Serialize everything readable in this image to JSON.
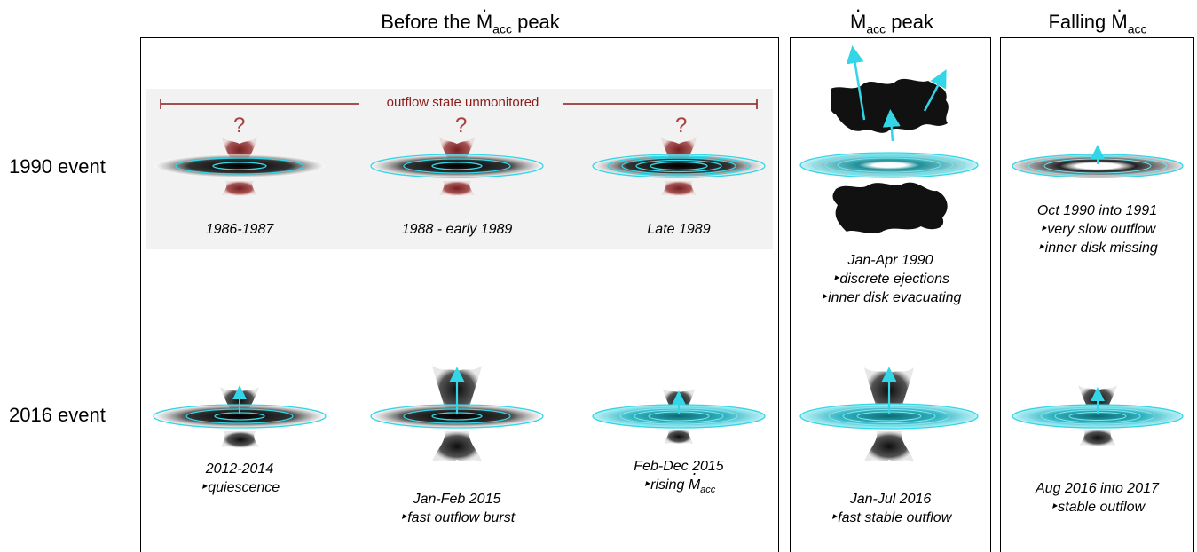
{
  "headers": {
    "before_prefix": "Before the ",
    "before_m": "M",
    "before_sub": "acc",
    "before_suffix": " peak",
    "peak_m": "M",
    "peak_sub": "acc",
    "peak_suffix": " peak",
    "falling_prefix": "Falling ",
    "falling_m": "M",
    "falling_sub": "acc"
  },
  "rows": {
    "row1_label": "1990 event",
    "row2_label": "2016 event"
  },
  "unmonitored_label": "outflow state unmonitored",
  "question_mark": "?",
  "captions_1990": {
    "c1": "1986-1987",
    "c2": "1988 - early 1989",
    "c3": "Late 1989",
    "c4_line1": "Jan-Apr 1990",
    "c4_line2": "‣discrete ejections",
    "c4_line3": "‣inner disk evacuating",
    "c5_line1": "Oct 1990 into 1991",
    "c5_line2": "‣very slow outflow",
    "c5_line3": "‣inner disk missing"
  },
  "captions_2016": {
    "c1_line1": "2012-2014",
    "c1_line2": "‣quiescence",
    "c2_line1": "Jan-Feb 2015",
    "c2_line2": "‣fast outflow burst",
    "c3_line1": "Feb-Dec 2015",
    "c3_line2_prefix": "‣rising ",
    "c3_line2_m": "M",
    "c3_line2_sub": "acc",
    "c4_line1": "Jan-Jul 2016",
    "c4_line2": "‣fast stable outflow",
    "c5_line1": "Aug 2016 into 2017",
    "c5_line2": "‣stable outflow"
  },
  "colors": {
    "cyan": "#33d6e6",
    "dark_red": "#8b1a1a",
    "outflow_red": "#8a2a2a",
    "outflow_grey": "#333333"
  }
}
